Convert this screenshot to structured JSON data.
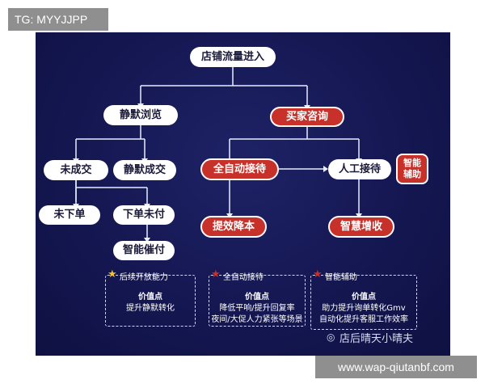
{
  "tag_top": "TG: MYYJJPP",
  "tag_bottom": "www.wap-qiutanbf.com",
  "nodes": {
    "root": "店铺流量进入",
    "silent_browse": "静默浏览",
    "buyer_inquiry": "买家咨询",
    "not_deal": "未成交",
    "silent_deal": "静默成交",
    "auto_reception": "全自动接待",
    "manual_reception": "人工接待",
    "smart_assist_1": "智能",
    "smart_assist_2": "辅助",
    "no_order": "未下单",
    "order_unpaid": "下单未付",
    "smart_remind": "智能催付",
    "efficiency": "提效降本",
    "smart_growth": "智慧增收"
  },
  "sections": [
    {
      "label": "后续开放能力",
      "star_color": "#f2c230",
      "value_title": "价值点",
      "lines": [
        "提升静默转化"
      ]
    },
    {
      "label": "全自动接待",
      "star_color": "#c8302a",
      "value_title": "价值点",
      "lines": [
        "降低平响/提升回复率",
        "夜间/大促人力紧张等场景"
      ]
    },
    {
      "label": "智能辅助",
      "star_color": "#c8302a",
      "value_title": "价值点",
      "lines": [
        "助力提升询单转化Gmv",
        "自动化提升客服工作效率"
      ]
    }
  ],
  "watermark": "店后晴天小晴夫",
  "watermark_icon": "wechat-icon"
}
